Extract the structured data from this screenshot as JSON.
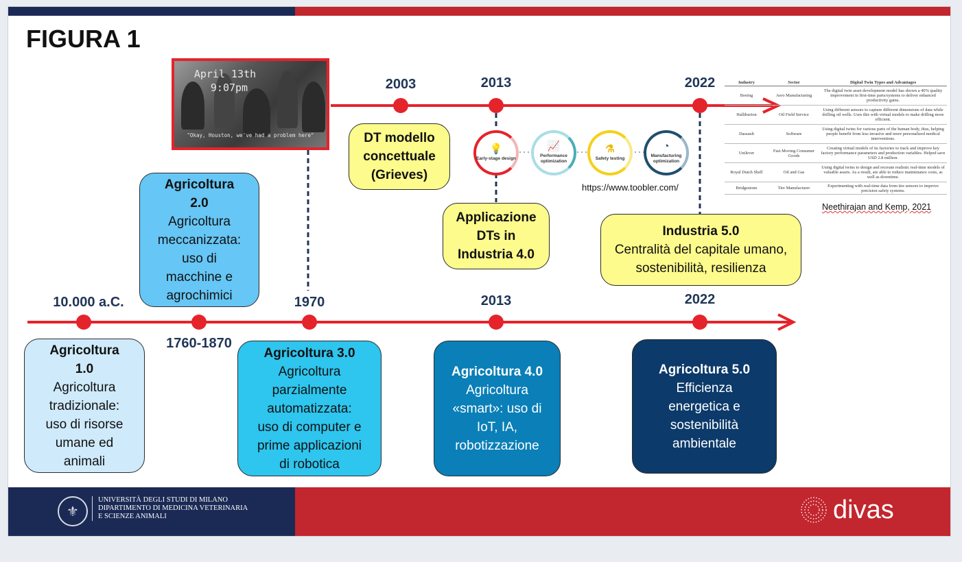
{
  "title": "FIGURA 1",
  "colors": {
    "accent_red": "#e5232b",
    "navy": "#1b2a55",
    "footer_red": "#c2262e",
    "year_text": "#1f3557"
  },
  "top_timeline": {
    "photo": {
      "line1": "April 13th",
      "line2": "9:07pm",
      "caption": "\"Okay, Houston, we've had a problem here\""
    },
    "events": [
      {
        "year": "2003",
        "text": "DT modello concettuale (Grieves)"
      },
      {
        "year": "2013",
        "text_lines": [
          "Applicazione",
          "DTs in",
          "Industria 4.0"
        ]
      },
      {
        "year": "2022",
        "title": "Industria 5.0",
        "text": "Centralità del capitale umano, sostenibilità, resilienza"
      }
    ],
    "icons": [
      {
        "name": "bulb-icon",
        "label": "Early-stage design"
      },
      {
        "name": "chart-icon",
        "label": "Performance optimization"
      },
      {
        "name": "flask-icon",
        "label": "Safety testing"
      },
      {
        "name": "gauge-icon",
        "label": "Manufacturing optimization"
      }
    ],
    "icon_url": "https://www.toobler.com/"
  },
  "dt_table": {
    "headers": [
      "Industry",
      "Sector",
      "Digital Twin Types and Advantages"
    ],
    "rows": [
      [
        "Boeing",
        "Aero Manufacturing",
        "The digital twin asset development model has shown a 40% quality improvement in first-time parts/systems to deliver enhanced productivity gains."
      ],
      [
        "Halliburton",
        "Oil Field Service",
        "Using different sensors to capture different dimensions of data while drilling oil wells. Uses this with virtual models to make drilling more efficient."
      ],
      [
        "Dassault",
        "Software",
        "Using digital twins for various parts of the human body, thus, helping people benefit from less invasive and more personalized medical interventions."
      ],
      [
        "Unilever",
        "Fast Moving Consumer Goods",
        "Creating virtual models of its factories to track and improve key factory performance parameters and production variables. Helped save USD 2.8 million."
      ],
      [
        "Royal Dutch Shell",
        "Oil and Gas",
        "Using digital twins to design and recreate realistic real-time models of valuable assets. As a result, are able to reduce maintenance costs, as well as downtime."
      ],
      [
        "Bridgestone",
        "Tire Manufacturer",
        "Experimenting with real-time data from tire sensors to improve precision safety systems."
      ]
    ],
    "citation": "Neethirajan and Kemp, 2021"
  },
  "bottom_timeline": {
    "years": [
      "10.000 a.C.",
      "1760-1870",
      "1970",
      "2013",
      "2022"
    ],
    "boxes": [
      {
        "title_lines": [
          "Agricoltura",
          "1.0"
        ],
        "text_lines": [
          "Agricoltura",
          "tradizionale:",
          "uso di risorse",
          "umane ed",
          "animali"
        ]
      },
      {
        "title_lines": [
          "Agricoltura",
          "2.0"
        ],
        "text_lines": [
          "Agricoltura",
          "meccanizzata:",
          "uso di",
          "macchine e",
          "agrochimici"
        ]
      },
      {
        "title_lines": [
          "Agricoltura 3.0"
        ],
        "text_lines": [
          "Agricoltura",
          "parzialmente",
          "automatizzata:",
          "uso di computer e",
          "prime applicazioni",
          "di robotica"
        ]
      },
      {
        "title_lines": [
          "Agricoltura 4.0"
        ],
        "text_lines": [
          "Agricoltura",
          "«smart»: uso di",
          "IoT, IA,",
          "robotizzazione"
        ]
      },
      {
        "title_lines": [
          "Agricoltura 5.0"
        ],
        "text_lines": [
          "Efficienza",
          "energetica e",
          "sostenibilità",
          "ambientale"
        ]
      }
    ]
  },
  "footer": {
    "university_lines": [
      "UNIVERSITÀ DEGLI STUDI DI MILANO",
      "DIPARTIMENTO DI MEDICINA VETERINARIA",
      "E SCIENZE ANIMALI"
    ],
    "logo_text": "divas"
  }
}
